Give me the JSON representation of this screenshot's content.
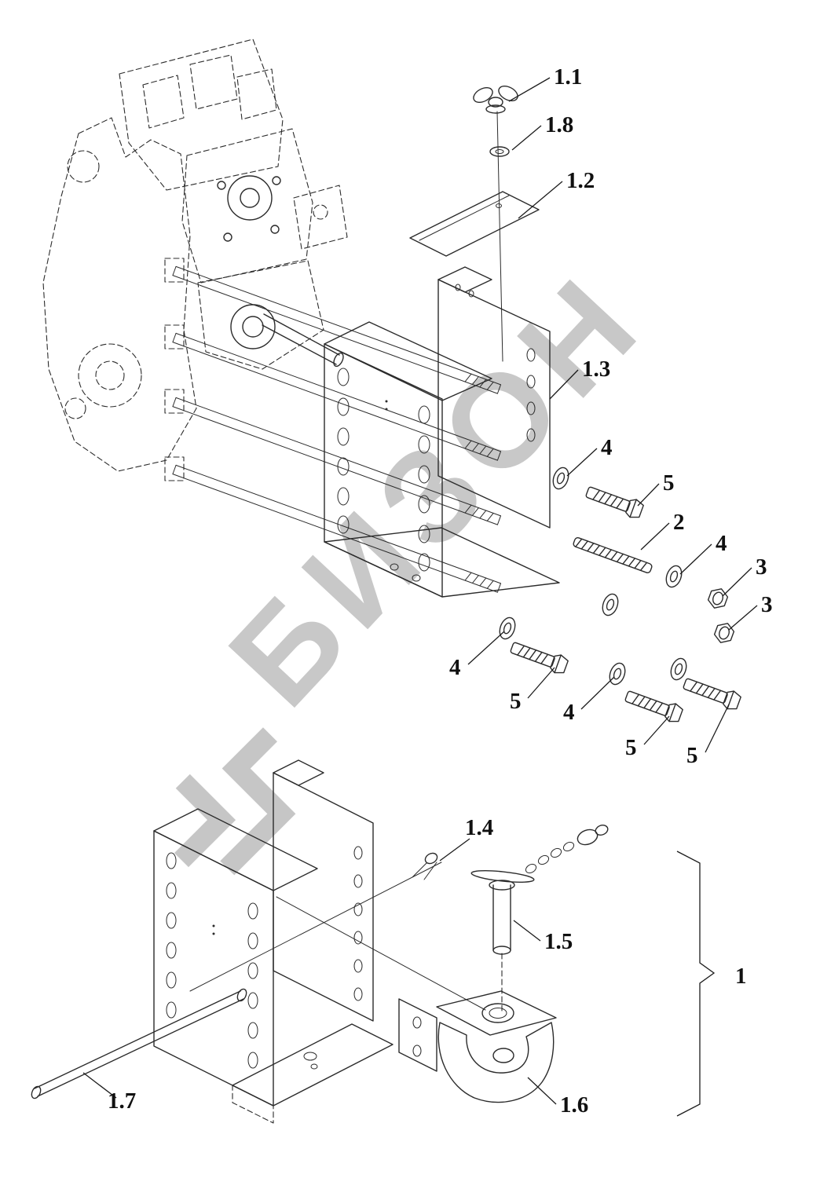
{
  "figure": {
    "watermark": {
      "text": "БИЗОН",
      "color": "#c6c6c6"
    },
    "line_color": "#2b2b2b",
    "label_color": "#101010",
    "background": "#ffffff"
  },
  "callouts": [
    {
      "label": "1.1"
    },
    {
      "label": "1.8"
    },
    {
      "label": "1.2"
    },
    {
      "label": "1.3"
    },
    {
      "label": "4"
    },
    {
      "label": "5"
    },
    {
      "label": "2"
    },
    {
      "label": "4"
    },
    {
      "label": "3"
    },
    {
      "label": "3"
    },
    {
      "label": "4"
    },
    {
      "label": "5"
    },
    {
      "label": "4"
    },
    {
      "label": "5"
    },
    {
      "label": "5"
    },
    {
      "label": "1.4"
    },
    {
      "label": "1.5"
    },
    {
      "label": "1.6"
    },
    {
      "label": "1.7"
    },
    {
      "label": "1"
    }
  ]
}
